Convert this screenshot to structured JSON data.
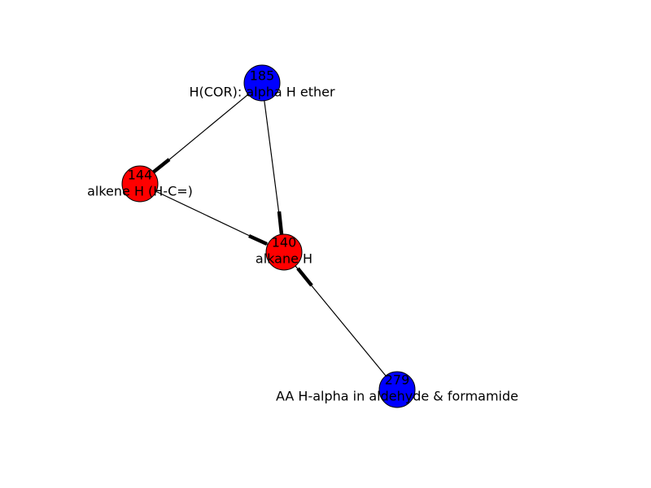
{
  "graph": {
    "nodes": [
      {
        "id": "185",
        "label": "H(COR): alpha H ether",
        "color": "#0000ff"
      },
      {
        "id": "144",
        "label": "alkene H (H-C=)",
        "color": "#ff0000"
      },
      {
        "id": "140",
        "label": "alkane H",
        "color": "#ff0000"
      },
      {
        "id": "279",
        "label": "AA H-alpha in aldehyde & formamide",
        "color": "#0000ff"
      }
    ],
    "edges": [
      {
        "source": "185",
        "target": "144",
        "directed": true
      },
      {
        "source": "185",
        "target": "140",
        "directed": true
      },
      {
        "source": "144",
        "target": "140",
        "directed": true
      },
      {
        "source": "279",
        "target": "140",
        "directed": true
      }
    ]
  }
}
